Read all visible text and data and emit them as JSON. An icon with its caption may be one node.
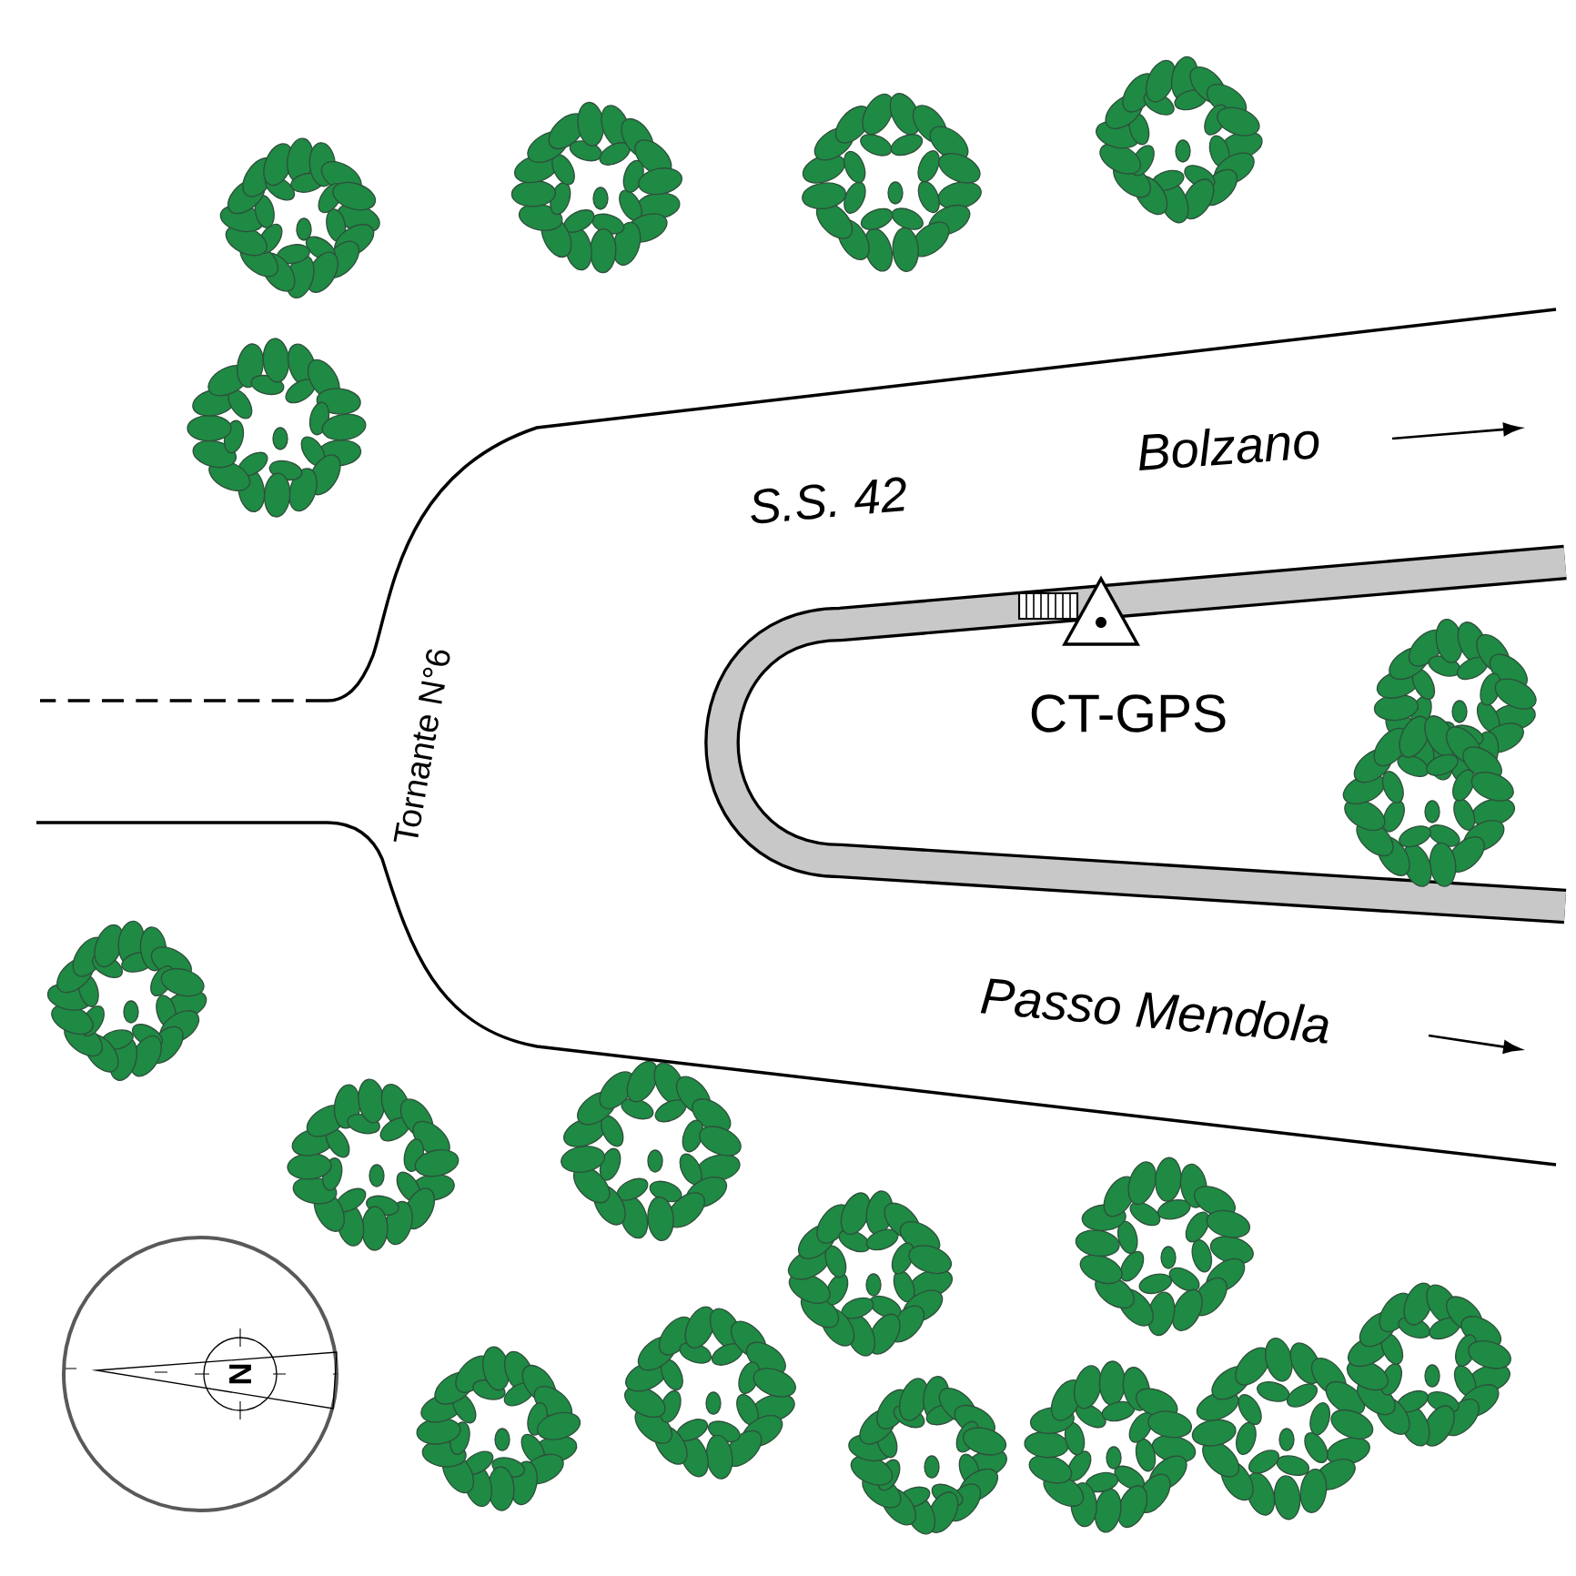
{
  "diagram": {
    "labels": [
      "Bolzano",
      "S.S. 42",
      "Tornante N°6",
      "CT-GPS",
      "Passo Mendola",
      "N"
    ]
  }
}
